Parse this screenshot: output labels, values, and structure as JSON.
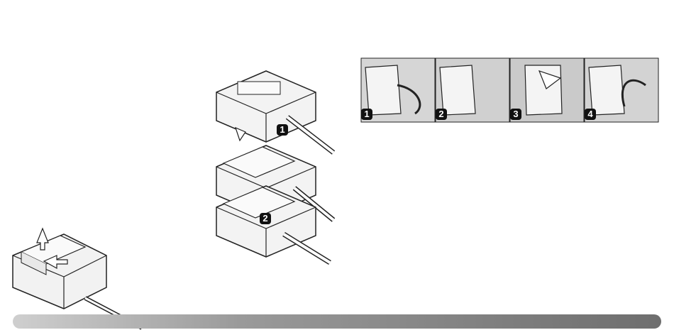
{
  "charger_steps": {
    "step1": "1",
    "step2": "2"
  },
  "battery_steps": {
    "step1": "1",
    "step2": "2",
    "step3": "3",
    "step4": "4"
  }
}
